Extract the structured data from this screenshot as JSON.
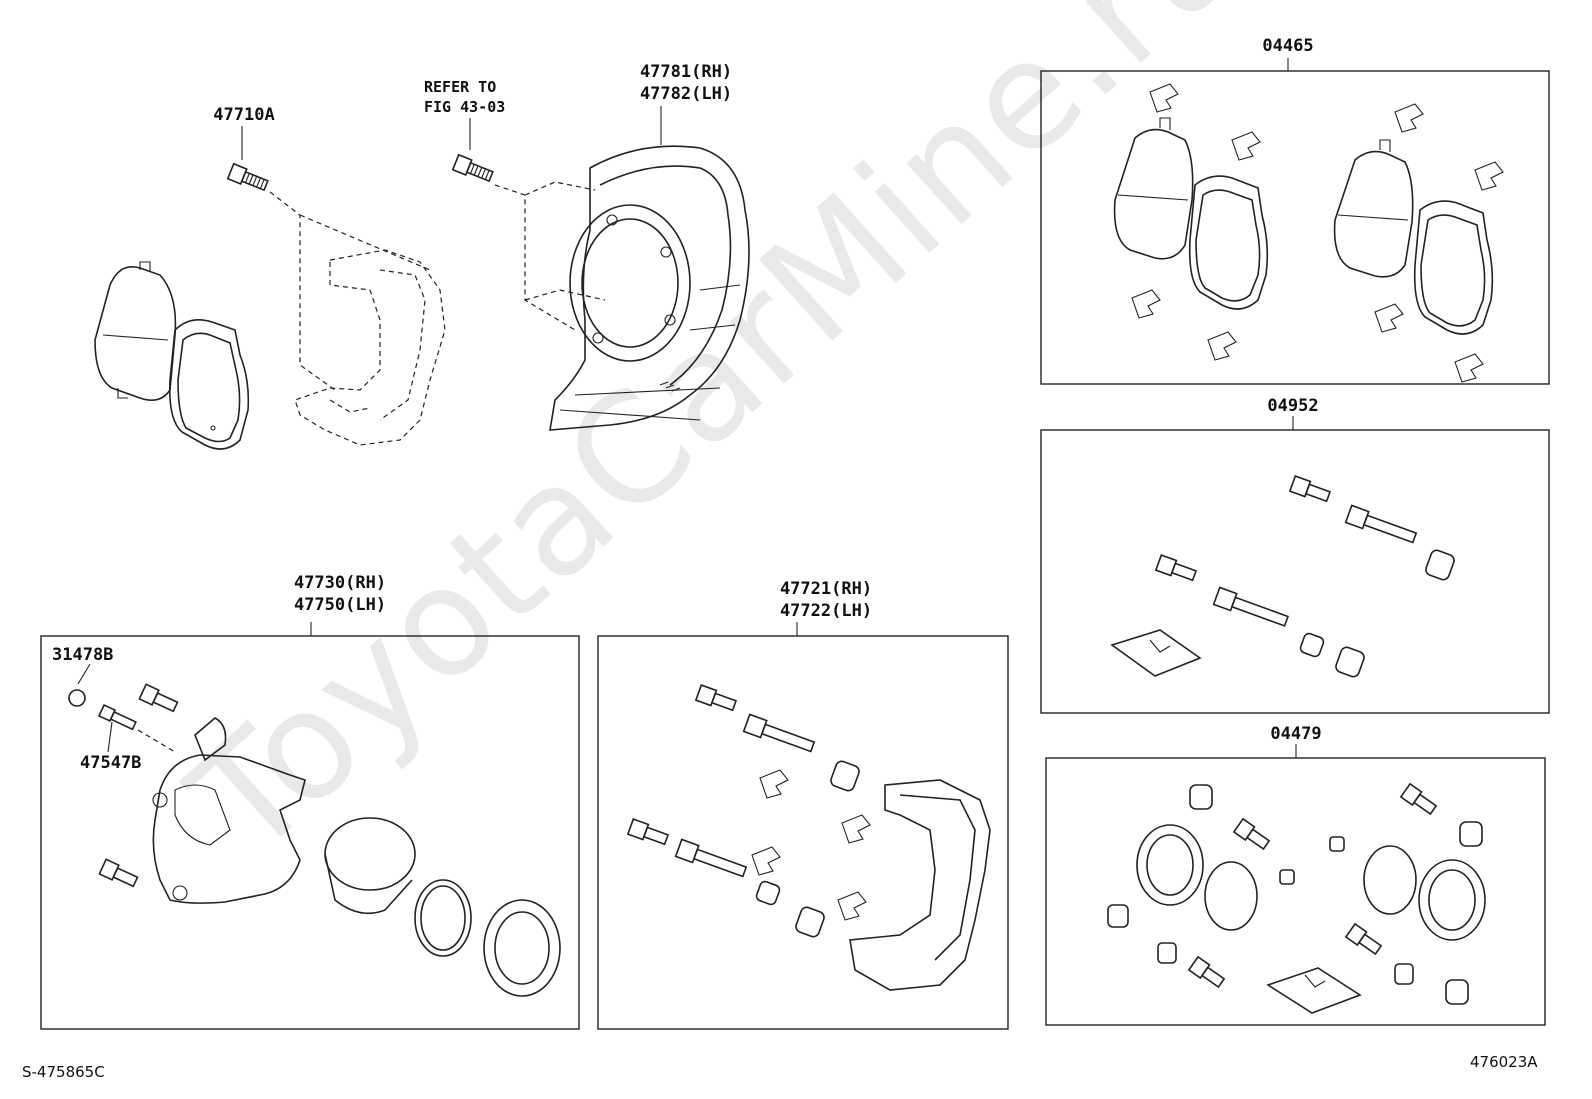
{
  "watermark": "ToyotaCarMine.ru",
  "labels": {
    "bolt_47710A": "47710A",
    "refer_to": "REFER TO\nFIG 43-03",
    "dust_cover": "47781(RH)\n47782(LH)",
    "kit_04465": "04465",
    "kit_04952": "04952",
    "kit_04479": "04479",
    "caliper": "47730(RH)\n47750(LH)",
    "mounting": "47721(RH)\n47722(LH)",
    "cap_31478B": "31478B",
    "bleeder_47547B": "47547B"
  },
  "footer": {
    "left_code": "S-475865C",
    "right_code": "476023A"
  }
}
